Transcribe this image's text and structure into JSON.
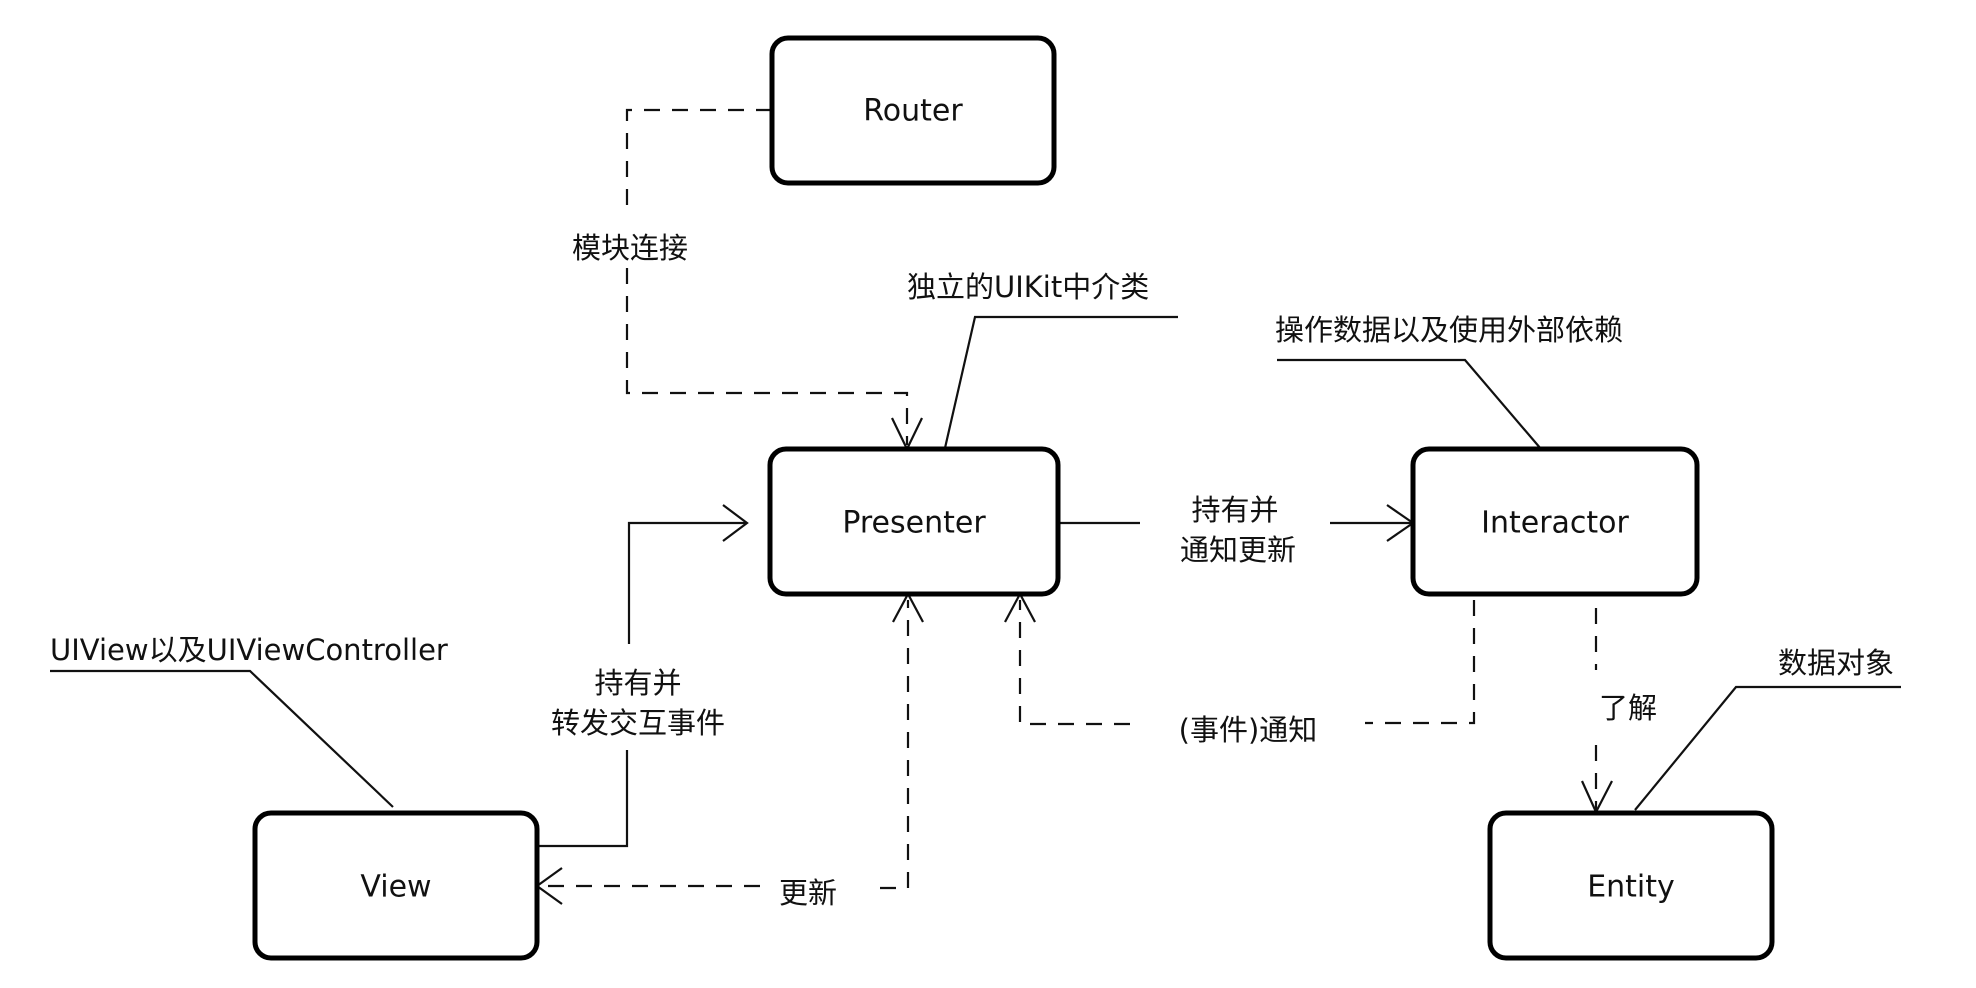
{
  "diagram": {
    "title": "VIPER architecture",
    "nodes": {
      "router": "Router",
      "presenter": "Presenter",
      "interactor": "Interactor",
      "view": "View",
      "entity": "Entity"
    },
    "notes": {
      "presenter": "独立的UIKit中介类",
      "interactor": "操作数据以及使用外部依赖",
      "view": "UIView以及UIViewController",
      "entity": "数据对象"
    },
    "edges": {
      "router_presenter": "模块连接",
      "presenter_interactor_line1": "持有并",
      "presenter_interactor_line2": "通知更新",
      "view_presenter_line1": "持有并",
      "view_presenter_line2": "转发交互事件",
      "presenter_view": "更新",
      "interactor_presenter": "(事件)通知",
      "interactor_entity": "了解"
    },
    "colors": {
      "stroke": "#111111",
      "background": "#ffffff"
    }
  }
}
